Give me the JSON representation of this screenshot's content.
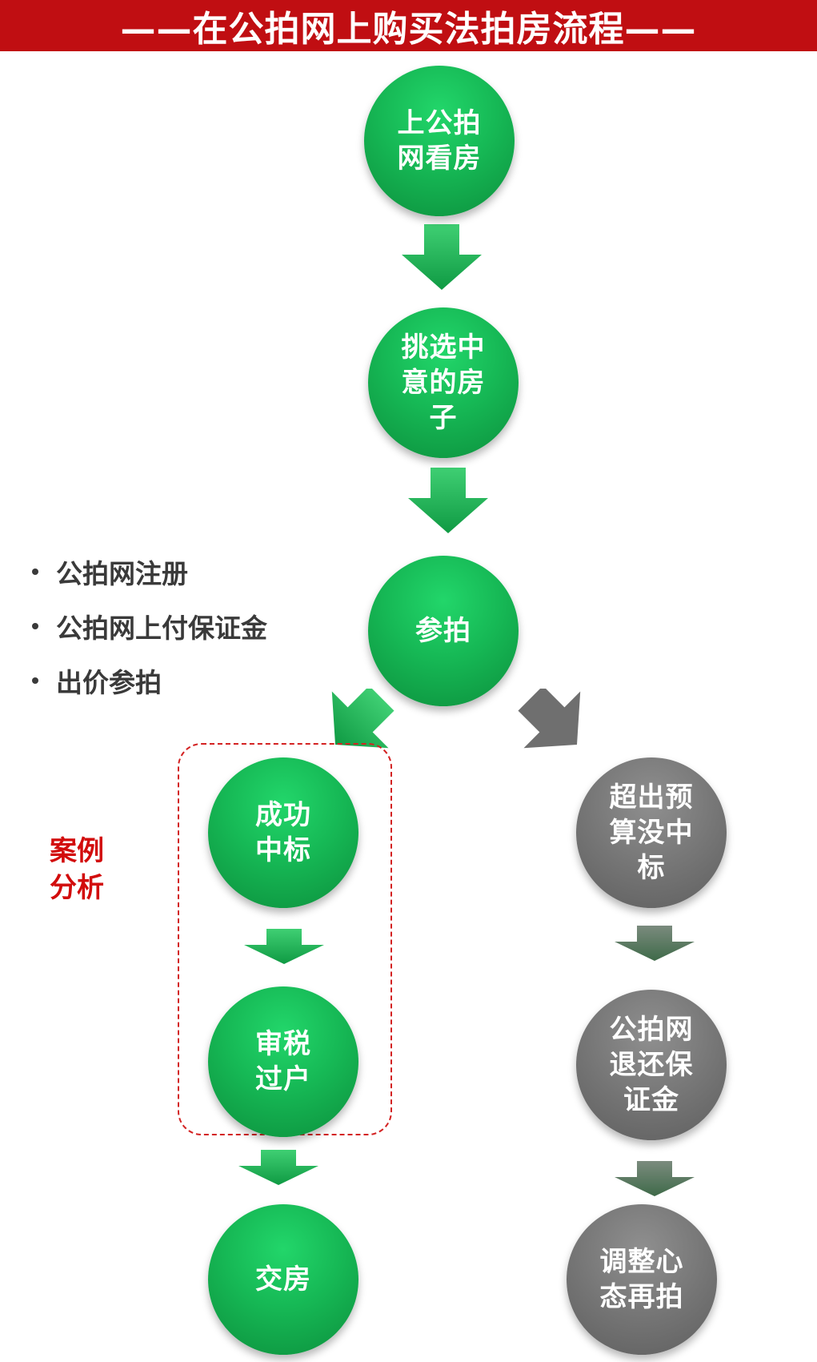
{
  "header": {
    "title": "——在公拍网上购买法拍房流程——"
  },
  "colors": {
    "banner": "#c00e12",
    "green": "#16b855",
    "gray": "#767676",
    "case_red": "#d20c0c"
  },
  "nodes": {
    "view": "上公拍\n网看房",
    "select": "挑选中\n意的房\n子",
    "bid": "参拍",
    "win": "成功\n中标",
    "tax": "审税\n过户",
    "handover": "交房",
    "over_budget": "超出预\n算没中\n标",
    "refund": "公拍网\n退还保\n证金",
    "rebid": "调整心\n态再拍"
  },
  "steps": [
    "公拍网注册",
    "公拍网上付保证金",
    "出价参拍"
  ],
  "case_label": "案例\n分析"
}
